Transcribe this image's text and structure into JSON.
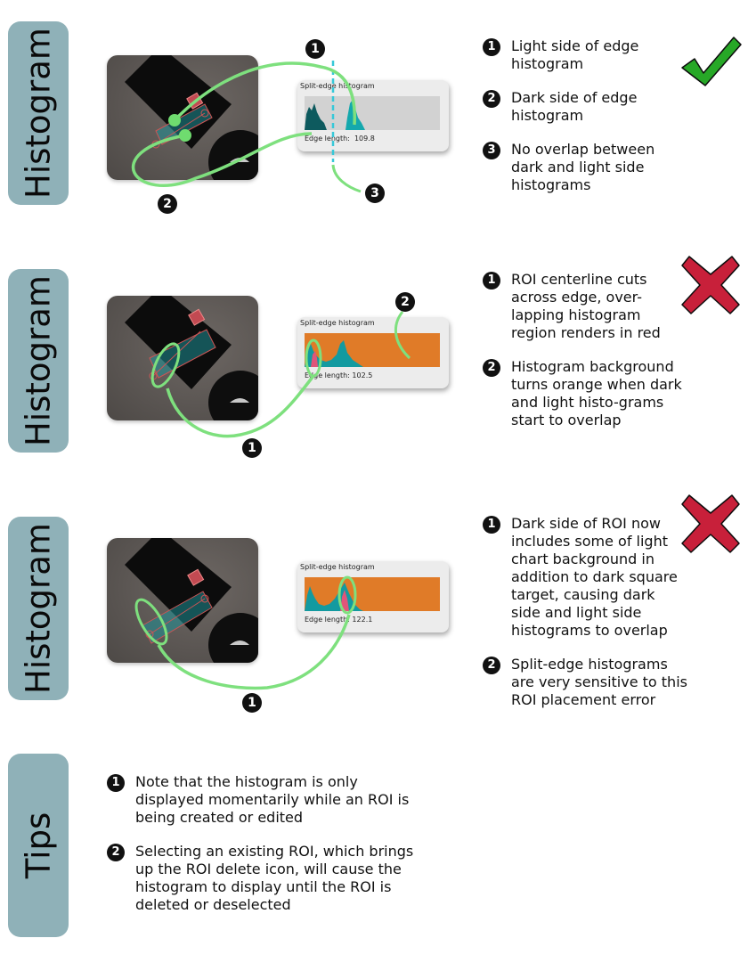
{
  "sections": [
    {
      "tab_label": "Histogram",
      "panel": {
        "title": "Split-edge histogram",
        "edge_length_label": "Edge length:",
        "edge_length_value": "109.8"
      },
      "badges": [
        "1",
        "2",
        "3"
      ],
      "status": "check",
      "notes": [
        {
          "num": "1",
          "text": "Light side of edge histogram"
        },
        {
          "num": "2",
          "text": "Dark side of edge histogram"
        },
        {
          "num": "3",
          "text": "No overlap between dark and light side histograms"
        }
      ]
    },
    {
      "tab_label": "Histogram",
      "panel": {
        "title": "Split-edge histogram",
        "edge_length_label": "Edge length:",
        "edge_length_value": "102.5"
      },
      "badges": [
        "2",
        "1"
      ],
      "status": "cross",
      "notes": [
        {
          "num": "1",
          "text": "ROI centerline cuts across edge, over-lapping histogram region renders in red"
        },
        {
          "num": "2",
          "text": "Histogram background turns orange when dark and light histo-grams start to overlap"
        }
      ]
    },
    {
      "tab_label": "Histogram",
      "panel": {
        "title": "Split-edge histogram",
        "edge_length_label": "Edge length:",
        "edge_length_value": "122.1"
      },
      "badges": [
        "1"
      ],
      "status": "cross",
      "notes": [
        {
          "num": "1",
          "text": "Dark side of ROI now includes some of light chart background in addition to dark square target, causing dark side and light side histograms to overlap"
        },
        {
          "num": "2",
          "text": "Split-edge histograms are very sensitive to this ROI placement error"
        }
      ]
    }
  ],
  "tips": {
    "tab_label": "Tips",
    "notes": [
      {
        "num": "1",
        "text": "Note that the histogram is only displayed momentarily while an ROI is being created or edited"
      },
      {
        "num": "2",
        "text": "Selecting an existing ROI, which brings up the ROI delete icon, will cause the histogram to display until the ROI is deleted or deselected"
      }
    ]
  },
  "colors": {
    "tab": "#8fb1b8",
    "teal_hist": "#0a9aa0",
    "orange_bg": "#e07b28",
    "overlap_red": "#e0557a",
    "green_arrow": "#7ee07e",
    "check_green": "#27a827",
    "cross_red": "#c8203a"
  },
  "icons": {
    "check": "check-mark-icon",
    "cross": "cross-mark-icon"
  }
}
